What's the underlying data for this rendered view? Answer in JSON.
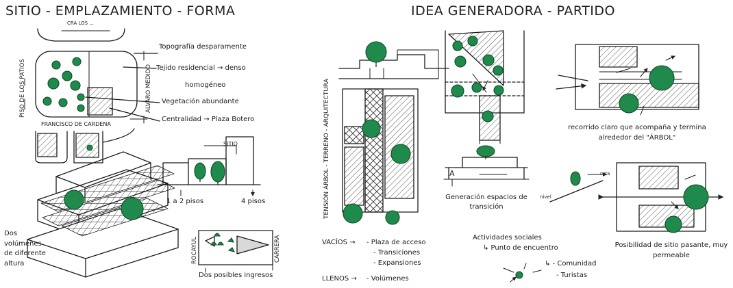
{
  "left": {
    "title": "SITIO - EMPLAZAMIENTO - FORMA",
    "labels": {
      "topography": "Topografía desparamente",
      "fabric": "Tejido residencial → denso",
      "homogeneous": "homogéneo",
      "vegetation": "Vegetación abundante",
      "centrality": "Centralidad → Plaza Botero",
      "site": "SITIO",
      "heights_low": "1 a 2 pisos",
      "heights_high": "4 pisos",
      "volumes": "Dos volúmenes de diferente altura",
      "entries": "Dos posibles ingresos"
    },
    "streets": {
      "top": "CRA LOS ...",
      "left": "PISO DE LOS PATIOS",
      "right": "ALVARO MEDIDO",
      "bottom": "FRANCISCO DE CARDENA",
      "entry_left": "ROCAYUL",
      "entry_right": "CARRERA"
    }
  },
  "right": {
    "title": "IDEA GENERADORA - PARTIDO",
    "labels": {
      "tension": "TENSIÓN ÁRBOL - TERRENO - ARQUITECTURA",
      "transition_spaces": "Generación espacios de transición",
      "route": "recorrido claro que acompaña y termina alrededor del \"ÁRBOL\"",
      "site_possibility": "Posibilidad de sitio pasante, muy permeable",
      "voids_title": "VACÍOS →",
      "voids_items": [
        "- Plaza de acceso",
        "- Transiciones",
        "- Expansiones"
      ],
      "fills_title": "LLENOS →",
      "fills_item": "- Volúmenes",
      "social_title": "Actividades sociales",
      "social_item": "↳ Punto de encuentro",
      "community": "↳ - Comunidad",
      "tourists": "- Turistas",
      "side_mark": "nivel",
      "small_mark": "A",
      "route_tag": "ruta"
    }
  },
  "colors": {
    "tree": "#1f8a4c",
    "tree_dark": "#17703c",
    "ink": "#1a1a1a",
    "hatch": "#4a4a4a"
  },
  "icons": [
    "tree-icon",
    "arrow-icon",
    "hatch-pattern"
  ]
}
